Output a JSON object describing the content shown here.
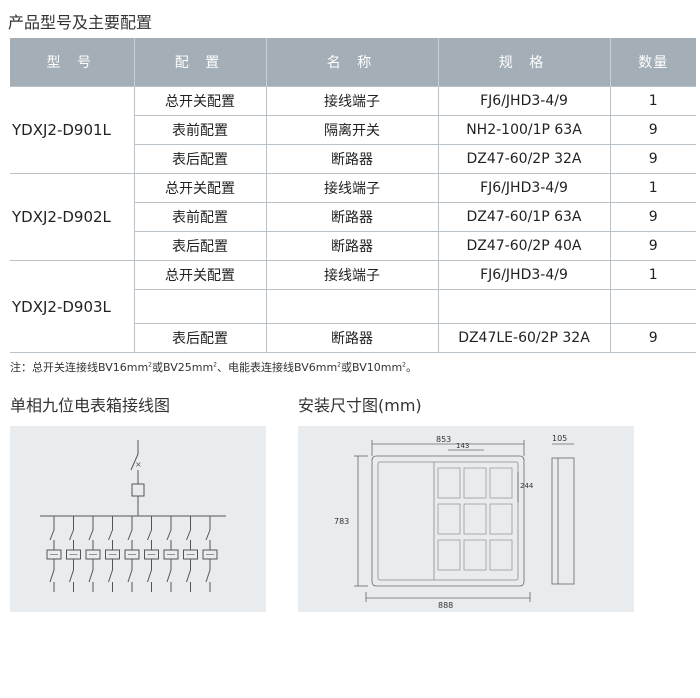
{
  "section1": {
    "title": "产品型号及主要配置"
  },
  "table": {
    "headers": [
      "型 号",
      "配 置",
      "名 称",
      "规 格",
      "数量"
    ],
    "groups": [
      {
        "model": "YDXJ2-D901L",
        "rows": [
          {
            "config": "总开关配置",
            "name": "接线端子",
            "spec": "FJ6/JHD3-4/9",
            "qty": "1"
          },
          {
            "config": "表前配置",
            "name": "隔离开关",
            "spec": "NH2-100/1P 63A",
            "qty": "9"
          },
          {
            "config": "表后配置",
            "name": "断路器",
            "spec": "DZ47-60/2P 32A",
            "qty": "9"
          }
        ]
      },
      {
        "model": "YDXJ2-D902L",
        "rows": [
          {
            "config": "总开关配置",
            "name": "接线端子",
            "spec": "FJ6/JHD3-4/9",
            "qty": "1"
          },
          {
            "config": "表前配置",
            "name": "断路器",
            "spec": "DZ47-60/1P 63A",
            "qty": "9"
          },
          {
            "config": "表后配置",
            "name": "断路器",
            "spec": "DZ47-60/2P 40A",
            "qty": "9"
          }
        ]
      },
      {
        "model": "YDXJ2-D903L",
        "rows": [
          {
            "config": "总开关配置",
            "name": "接线端子",
            "spec": "FJ6/JHD3-4/9",
            "qty": "1"
          },
          {
            "config": "",
            "name": "",
            "spec": "",
            "qty": ""
          },
          {
            "config": "表后配置",
            "name": "断路器",
            "spec": "DZ47LE-60/2P 32A",
            "qty": "9"
          }
        ]
      }
    ]
  },
  "note": {
    "prefix": "注：总开关连接线BV16mm",
    "part2": "或BV25mm",
    "part3": "、电能表连接线BV6mm",
    "part4": "或BV10mm",
    "suffix": "。",
    "sup": "2"
  },
  "section2": {
    "title": "单相九位电表箱接线图"
  },
  "section3": {
    "title": "安装尺寸图(mm)",
    "dims": {
      "width_top": "853",
      "inner_width": "143",
      "depth": "105",
      "height": "783",
      "bay_height": "244",
      "width_bottom": "888"
    }
  },
  "colors": {
    "header_bg": "#a3aeb6",
    "panel_bg": "#e9ecee",
    "border": "#b9c2c9"
  }
}
